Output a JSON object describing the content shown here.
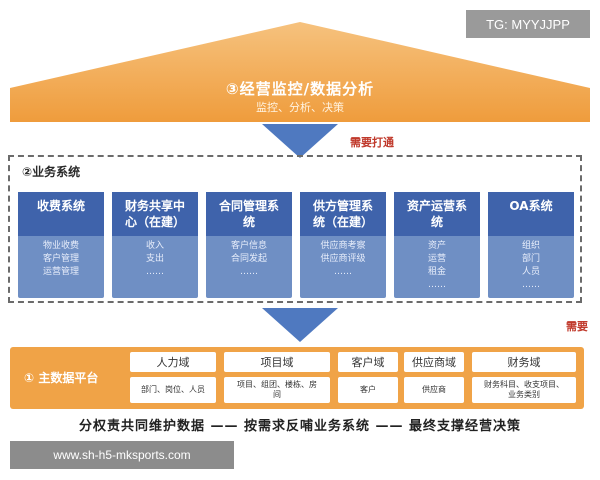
{
  "watermark": {
    "tg": "TG: MYYJJPP",
    "url": "www.sh-h5-mksports.com"
  },
  "colors": {
    "roof_orange": "#f0a347",
    "card_blue_dark": "#3f63ab",
    "card_blue_light": "#6f8fc4",
    "arrow_blue": "#4f79c0",
    "accent_red": "#c0392b"
  },
  "roof": {
    "title": "③经营监控/数据分析",
    "subtitle": "监控、分析、决策"
  },
  "need_through": "需要打通",
  "need_through_right": "需要",
  "business": {
    "title": "②业务系统",
    "systems": [
      {
        "name_line1": "收费系统",
        "name_line2": "",
        "items": [
          "物业收费",
          "客户管理",
          "运营管理"
        ]
      },
      {
        "name_line1": "财务共享中",
        "name_line2": "心（在建）",
        "items": [
          "收入",
          "支出",
          "……"
        ]
      },
      {
        "name_line1": "合同管理系",
        "name_line2": "统",
        "items": [
          "客户信息",
          "合同发起",
          "……"
        ]
      },
      {
        "name_line1": "供方管理系",
        "name_line2": "统（在建）",
        "items": [
          "供应商考察",
          "供应商评级",
          "……"
        ]
      },
      {
        "name_line1": "资产运营系",
        "name_line2": "统",
        "items": [
          "资产",
          "运营",
          "租金",
          "……"
        ]
      },
      {
        "name_line1": "OA系统",
        "name_line2": "",
        "items": [
          "组织",
          "部门",
          "人员",
          "……"
        ]
      }
    ]
  },
  "master": {
    "title": "① 主数据平台",
    "domains": [
      {
        "name": "人力域",
        "detail_line1": "部门、岗位、人员",
        "detail_line2": ""
      },
      {
        "name": "项目域",
        "detail_line1": "项目、组团、楼栋、房",
        "detail_line2": "间"
      },
      {
        "name": "客户域",
        "detail_line1": "客户",
        "detail_line2": ""
      },
      {
        "name": "供应商域",
        "detail_line1": "供应商",
        "detail_line2": ""
      },
      {
        "name": "财务域",
        "detail_line1": "财务科目、收支项目、",
        "detail_line2": "业务类别"
      }
    ]
  },
  "slogan": "分权责共同维护数据 —— 按需求反哺业务系统 —— 最终支撑经营决策"
}
